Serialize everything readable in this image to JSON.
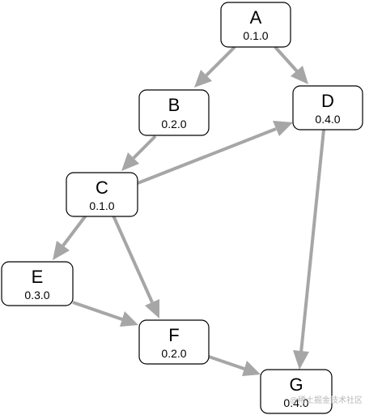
{
  "colors": {
    "edge": "#a6a6a6",
    "node_border": "#000000",
    "node_fill": "#ffffff",
    "text": "#000000",
    "watermark": "#b8b8b8"
  },
  "nodes": {
    "A": {
      "name": "A",
      "version": "0.1.0"
    },
    "B": {
      "name": "B",
      "version": "0.2.0"
    },
    "C": {
      "name": "C",
      "version": "0.1.0"
    },
    "D": {
      "name": "D",
      "version": "0.4.0"
    },
    "E": {
      "name": "E",
      "version": "0.3.0"
    },
    "F": {
      "name": "F",
      "version": "0.2.0"
    },
    "G": {
      "name": "G",
      "version": "0.4.0"
    }
  },
  "edges": [
    {
      "from": "A",
      "to": "B"
    },
    {
      "from": "A",
      "to": "D"
    },
    {
      "from": "B",
      "to": "C"
    },
    {
      "from": "C",
      "to": "D"
    },
    {
      "from": "C",
      "to": "E"
    },
    {
      "from": "C",
      "to": "F"
    },
    {
      "from": "E",
      "to": "F"
    },
    {
      "from": "F",
      "to": "G"
    },
    {
      "from": "D",
      "to": "G"
    }
  ],
  "watermark": "@稀土掘金技术社区"
}
